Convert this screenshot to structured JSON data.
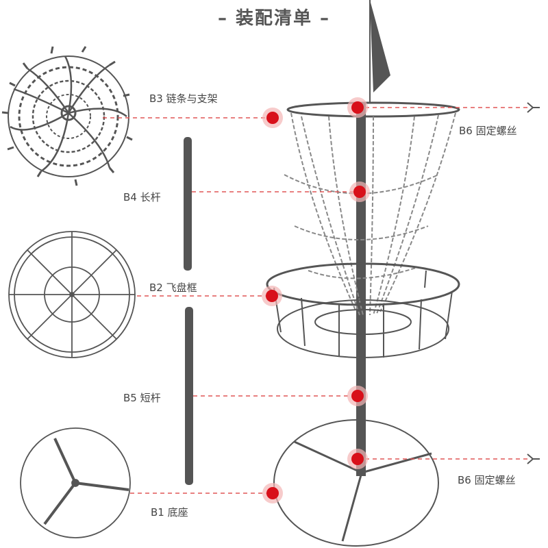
{
  "title": "– 装配清单 –",
  "parts": [
    {
      "code": "B3",
      "name": "链条与支架",
      "display": "B3  链条与支架"
    },
    {
      "code": "B4",
      "name": "长杆",
      "display": "B4  长杆"
    },
    {
      "code": "B2",
      "name": "飞盘框",
      "display": "B2  飞盘框"
    },
    {
      "code": "B5",
      "name": "短杆",
      "display": "B5  短杆"
    },
    {
      "code": "B1",
      "name": "底座",
      "display": "B1  底座"
    },
    {
      "code": "B6",
      "name": "固定螺丝",
      "display": "B6  固定螺丝"
    },
    {
      "code": "B6",
      "name": "固定螺丝",
      "display": "B6  固定螺丝"
    }
  ],
  "colors": {
    "line": "#4a4a4a",
    "leader": "#e05555",
    "marker": "#d8101a",
    "marker_glow": "#f3b5b5",
    "chain": "#888888"
  }
}
